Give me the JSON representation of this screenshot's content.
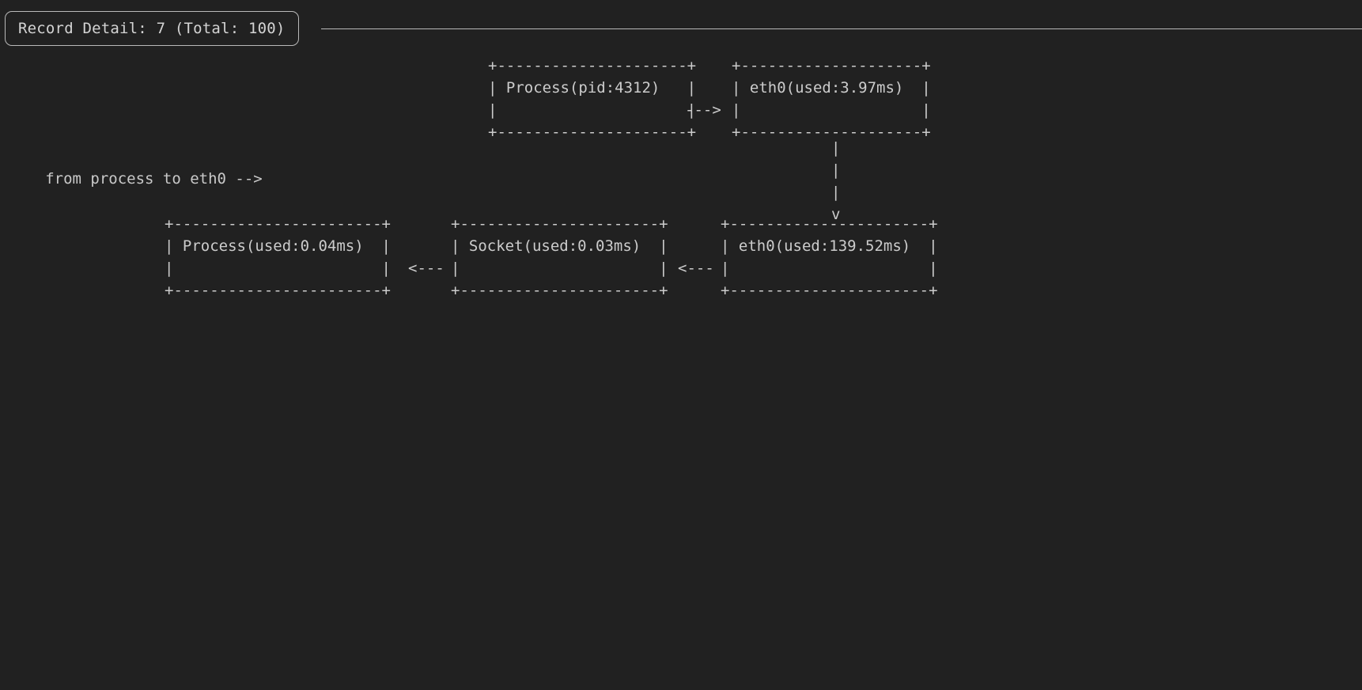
{
  "terminal": {
    "background_color": "#212121",
    "foreground_color": "#cccccc",
    "border_color": "#b9b9b9"
  },
  "header": {
    "title": "Record Detail: 7 (Total: 100)",
    "record_index": 7,
    "record_total": 100
  },
  "diagram": {
    "type": "ascii-flow",
    "rows": [
      {
        "id": "top-row",
        "nodes": [
          {
            "id": "node-process-pid",
            "label": "Process(pid:4312)",
            "kind": "process",
            "pid": 4312
          },
          {
            "id": "node-eth0-top",
            "label": "eth0(used:3.97ms)",
            "kind": "interface",
            "used_ms": 3.97
          }
        ]
      },
      {
        "id": "bottom-row",
        "nodes": [
          {
            "id": "node-process-used",
            "label": "Process(used:0.04ms)",
            "kind": "process",
            "used_ms": 0.04
          },
          {
            "id": "node-socket",
            "label": "Socket(used:0.03ms)",
            "kind": "socket",
            "used_ms": 0.03
          },
          {
            "id": "node-eth0-bottom",
            "label": "eth0(used:139.52ms)",
            "kind": "interface",
            "used_ms": 139.52
          }
        ]
      }
    ],
    "edges": [
      {
        "id": "edge-process-to-eth0",
        "from": "node-process-pid",
        "to": "node-eth0-top",
        "glyph": "--->",
        "direction": "right"
      },
      {
        "id": "edge-eth0-down",
        "from": "node-eth0-top",
        "to": "node-eth0-bottom",
        "glyph": "v",
        "direction": "down"
      },
      {
        "id": "edge-eth0-to-socket",
        "from": "node-eth0-bottom",
        "to": "node-socket",
        "glyph": "<---",
        "direction": "left"
      },
      {
        "id": "edge-socket-to-process",
        "from": "node-socket",
        "to": "node-process-used",
        "glyph": "<---",
        "direction": "left"
      }
    ]
  },
  "art": {
    "top_box_left": "+---------------------+\n| Process(pid:4312)   |\n|                     |\n+---------------------+",
    "top_box_right": "+--------------------+\n| eth0(used:3.97ms)  |\n|                    |\n+--------------------+",
    "top_arrow": "--->",
    "down_arrow": "|\n|\n|\nv",
    "bottom_box_1": "+-----------------------+\n| Process(used:0.04ms)  |\n|                       |\n+-----------------------+",
    "bottom_box_2": "+----------------------+\n| Socket(used:0.03ms)  |\n|                      |\n+----------------------+",
    "bottom_box_3": "+----------------------+\n| eth0(used:139.52ms)  |\n|                      |\n+----------------------+",
    "left_arrow_1": "<---",
    "left_arrow_2": "<---"
  }
}
